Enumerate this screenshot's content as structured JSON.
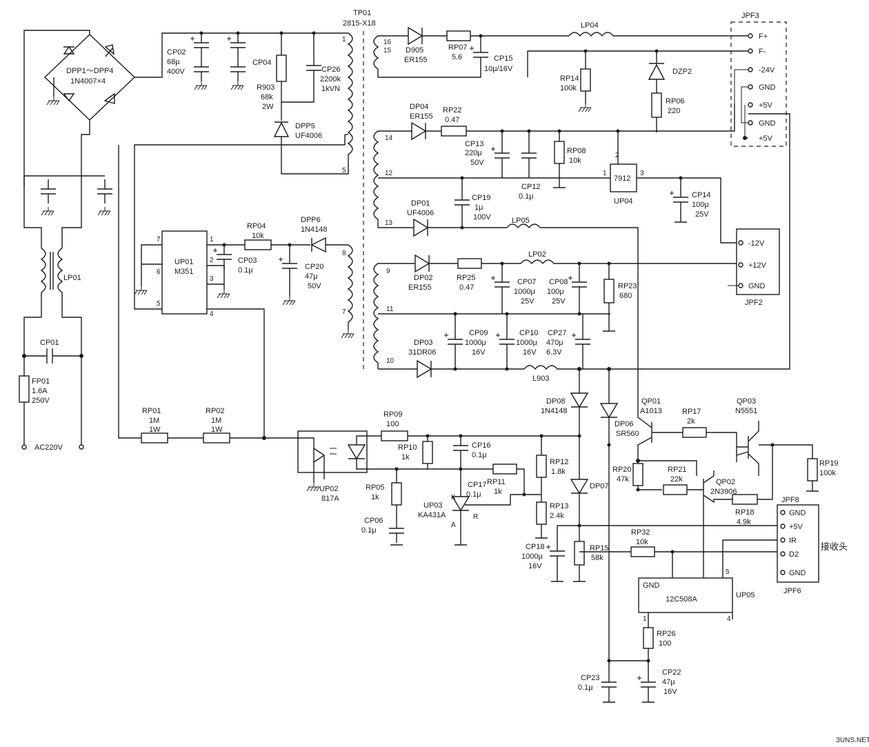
{
  "transformer": {
    "ref": "TP01",
    "part": "2815-X18"
  },
  "bridge": {
    "refs": "DPP1～DPP4",
    "part": "1N4007×4"
  },
  "fuse": {
    "ref": "FP01",
    "rating": "1.6A",
    "voltage": "250V"
  },
  "input": {
    "label": "AC220V"
  },
  "line_filter": {
    "choke": "LP01",
    "cap": "CP01"
  },
  "primary": {
    "cp02": [
      "CP02",
      "68μ",
      "400V"
    ],
    "cp04": "CP04",
    "r903": [
      "R903",
      "68k",
      "2W"
    ],
    "cp26": [
      "CP26",
      "2200k",
      "1kVN"
    ],
    "dpp5": [
      "DPP5",
      "UF4006"
    ],
    "up01": [
      "UP01",
      "M351"
    ],
    "rp04": [
      "RP04",
      "10k"
    ],
    "dpp6": [
      "DPP6",
      "1N4148"
    ],
    "cp03": [
      "CP03",
      "0.1μ"
    ],
    "cp20": [
      "CP20",
      "47μ",
      "50V"
    ],
    "rp01": [
      "RP01",
      "1M",
      "1W"
    ],
    "rp02": [
      "RP02",
      "1M",
      "1W"
    ]
  },
  "feedback": {
    "up02": [
      "UP02",
      "817A"
    ],
    "rp09": [
      "RP09",
      "100"
    ],
    "rp10": [
      "RP10",
      "1k"
    ],
    "rp05": [
      "RP05",
      "1k"
    ],
    "cp06": [
      "CP06",
      "0.1μ"
    ],
    "cp16": [
      "CP16",
      "0.1μ"
    ],
    "cp17": [
      "CP17",
      "0.1μ"
    ],
    "rp11": [
      "RP11",
      "1k"
    ],
    "up03": [
      "UP03",
      "KA431A"
    ],
    "rp12": [
      "RP12",
      "1.8k"
    ],
    "rp13": [
      "RP13",
      "2.4k"
    ],
    "cp18": [
      "CP18",
      "1000μ",
      "16V"
    ]
  },
  "secondary": {
    "d905": [
      "D905",
      "ER155"
    ],
    "rp07": [
      "RP07",
      "5.6"
    ],
    "cp15": [
      "CP15",
      "10μ/16V"
    ],
    "lp04": "LP04",
    "rp14": [
      "RP14",
      "100k"
    ],
    "dzp2": "DZP2",
    "rp06": [
      "RP06",
      "220"
    ],
    "dp04": [
      "DP04",
      "ER155"
    ],
    "rp22": [
      "RP22",
      "0.47"
    ],
    "cp13": [
      "CP13",
      "220μ",
      "50V"
    ],
    "cp12": [
      "CP12",
      "0.1μ"
    ],
    "rp08": [
      "RP08",
      "10k"
    ],
    "up04": [
      "7912",
      "UP04"
    ],
    "cp14": [
      "CP14",
      "100μ",
      "25V"
    ],
    "dp01": [
      "DP01",
      "UF4006"
    ],
    "cp19": [
      "CP19",
      "1μ",
      "100V"
    ],
    "lp05": "LP05",
    "dp02": [
      "DP02",
      "ER155"
    ],
    "rp25": [
      "RP25",
      "0.47"
    ],
    "lp02": "LP02",
    "cp07": [
      "CP07",
      "1000μ",
      "25V"
    ],
    "cp08": [
      "CP08",
      "100μ",
      "25V"
    ],
    "rp23": [
      "RP23",
      "680"
    ],
    "dp03": [
      "DP03",
      "31DR06"
    ],
    "cp09": [
      "CP09",
      "1000μ",
      "16V"
    ],
    "cp10": [
      "CP10",
      "1000μ",
      "16V"
    ],
    "cp27": [
      "CP27",
      "470μ",
      "6.3V"
    ],
    "l903": "L903"
  },
  "standby": {
    "dp08": [
      "DP08",
      "1N4148"
    ],
    "dp07": "DP07",
    "rp15": [
      "RP15",
      "58k"
    ],
    "dp06": [
      "DP06",
      "SR560"
    ],
    "qp01": [
      "QP01",
      "A1013"
    ],
    "rp17": [
      "RP17",
      "2k"
    ],
    "qp03": [
      "QP03",
      "N5551"
    ],
    "rp19": [
      "RP19",
      "100k"
    ],
    "rp20": [
      "RP20",
      "47k"
    ],
    "rp21": [
      "RP21",
      "22k"
    ],
    "qp02": [
      "QP02",
      "2N3906"
    ],
    "rp18": [
      "RP18",
      "4.9k"
    ],
    "rp32": [
      "RP32",
      "10k"
    ],
    "up05": [
      "12C508A",
      "UP05",
      "GND"
    ],
    "rp26": [
      "RP26",
      "100"
    ],
    "cp23": [
      "CP23",
      "0.1μ"
    ],
    "cp22": [
      "CP22",
      "47μ",
      "16V"
    ]
  },
  "connectors": {
    "jpf3": {
      "ref": "JPF3",
      "pins": [
        "F+",
        "F-",
        "-24V",
        "GND",
        "+5V",
        "GND",
        "+5V"
      ]
    },
    "jpf2": {
      "ref": "JPF2",
      "pins": [
        "-12V",
        "+12V",
        "GND"
      ]
    },
    "jpf8": {
      "ref": "JPF8",
      "ref2": "JPF6",
      "pins": [
        "GND",
        "+5V",
        "IR",
        "D2",
        "GND"
      ],
      "note": "接收头"
    }
  },
  "pins": {
    "tp01": [
      "1",
      "5",
      "16",
      "15",
      "14",
      "12",
      "13",
      "9",
      "11",
      "10",
      "8",
      "7"
    ],
    "up01": [
      "7",
      "6",
      "5",
      "1",
      "2",
      "3",
      "4"
    ],
    "up04": [
      "1",
      "2",
      "3"
    ],
    "up03": [
      "K",
      "R",
      "A"
    ],
    "up05": [
      "5",
      "1",
      "4"
    ]
  },
  "watermark": "ЗUNS.NET"
}
